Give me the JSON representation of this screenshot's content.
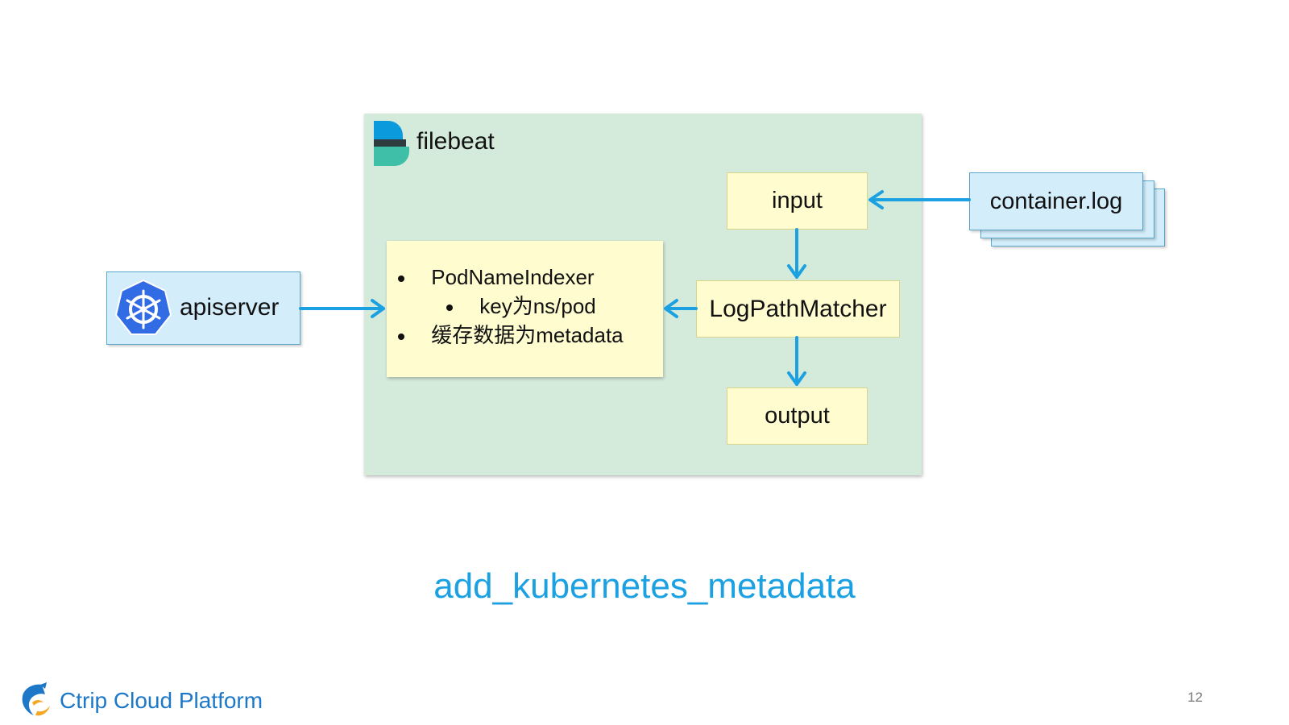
{
  "filebeat": {
    "title": "filebeat"
  },
  "boxes": {
    "input": "input",
    "log_path_matcher": "LogPathMatcher",
    "output": "output",
    "container_log": "container.log",
    "apiserver": "apiserver"
  },
  "indexer": {
    "items": [
      {
        "text": "PodNameIndexer",
        "level": 1
      },
      {
        "text": "key为ns/pod",
        "level": 2
      },
      {
        "text": "缓存数据为metadata",
        "level": 1
      }
    ]
  },
  "slide": {
    "title": "add_kubernetes_metadata",
    "brand": "Ctrip Cloud Platform",
    "page_number": "12"
  },
  "colors": {
    "arrow": "#1ba1e2",
    "filebeat_panel": "#d4eadb",
    "yellow_box": "#fffdd0",
    "blue_box": "#d3edfb",
    "title": "#1ba1e2",
    "kubernetes": "#326ce5"
  },
  "icons": {
    "filebeat": "filebeat-logo-icon",
    "apiserver": "kubernetes-helm-icon",
    "brand": "dolphin-logo-icon"
  }
}
